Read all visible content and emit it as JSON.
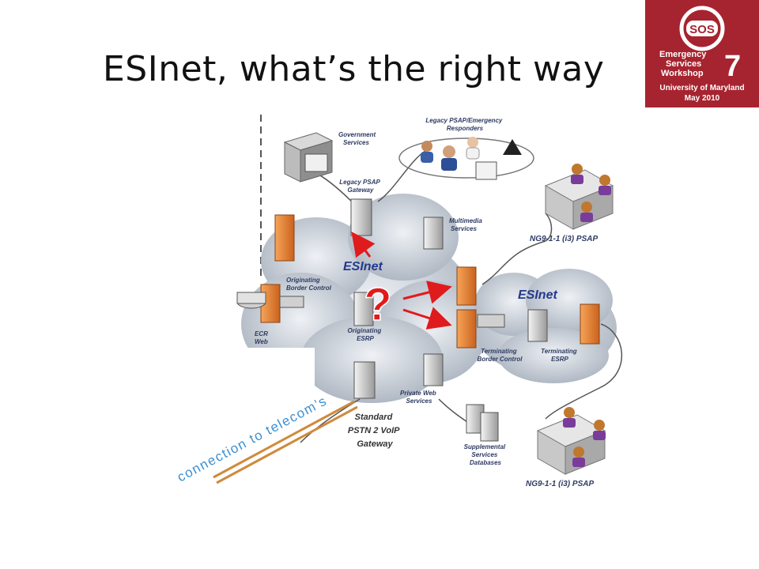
{
  "title": "ESInet, what’s the right way",
  "logo": {
    "badge": "SOS",
    "line1": "Emergency",
    "line2": "Services",
    "line3": "Workshop",
    "number": "7",
    "line4": "University of Maryland",
    "line5": "May 2010",
    "color": "#a6242f"
  },
  "diagram": {
    "government_services": [
      "Government",
      "Services"
    ],
    "legacy_psap_responders": [
      "Legacy PSAP/Emergency",
      "Responders"
    ],
    "legacy_psap_gateway": [
      "Legacy PSAP",
      "Gateway"
    ],
    "multimedia_services": [
      "Multimedia",
      "Services"
    ],
    "esinet_main": "ESInet",
    "esinet_secondary": "ESInet",
    "originating_border_control": [
      "Originating",
      "Border Control"
    ],
    "originating_esrp": [
      "Originating",
      "ESRP"
    ],
    "terminating_border_control": [
      "Terminating",
      "Border Control"
    ],
    "terminating_esrp": [
      "Terminating",
      "ESRP"
    ],
    "ecr_web": [
      "ECR",
      "Web"
    ],
    "private_web_services": [
      "Private Web",
      "Services"
    ],
    "supplemental_databases": [
      "Supplemental",
      "Services",
      "Databases"
    ],
    "psap_top": "NG9-1-1 (i3) PSAP",
    "psap_bottom": "NG9-1-1 (i3) PSAP",
    "question_mark": "?",
    "gateway_label": [
      "Standard",
      "PSTN 2 VoIP",
      "Gateway"
    ],
    "telecom_label": "connection to telecom’s"
  },
  "colors": {
    "arrow": "#e01b1b",
    "connection_line": "#d08a3c",
    "cloud": "#b9c1cc"
  }
}
